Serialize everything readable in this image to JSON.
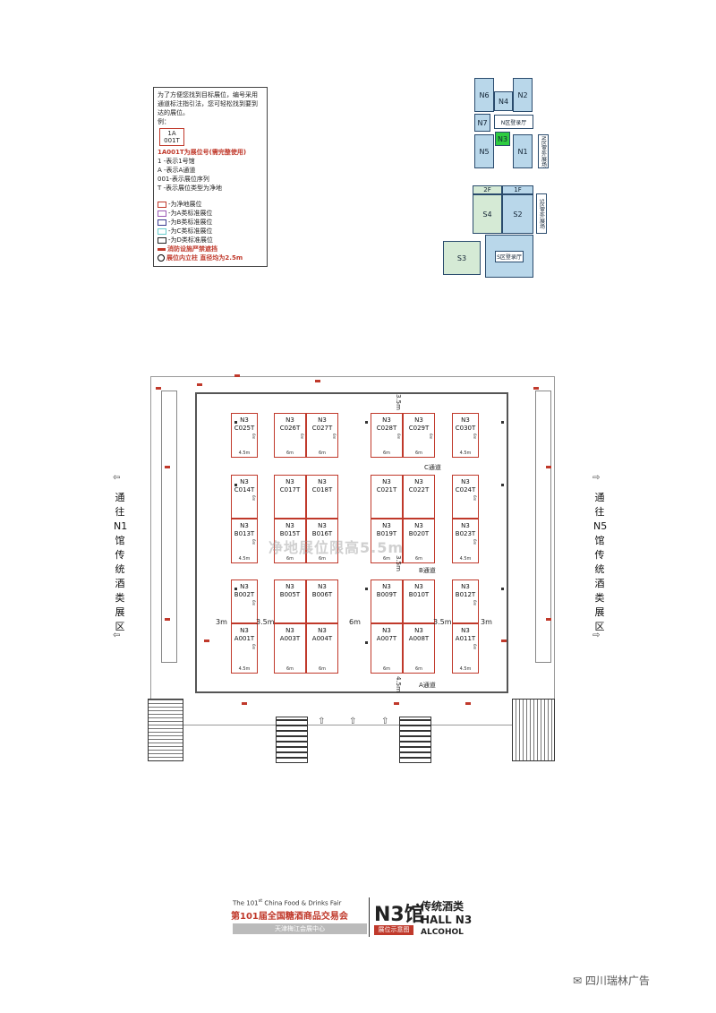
{
  "legend": {
    "intro": "为了方便您找到目标展位，编号采用通道标注指引法，您可轻松找到要到达的展位。",
    "example_label": "例：",
    "sample_line1": "1A",
    "sample_line2": "001T",
    "booth_no_note": "1A001T为展位号(需完整使用)",
    "items": [
      "1 -表示1号馆",
      "A -表示A通道",
      "001-表示展位序列",
      "T -表示展位类型为净地"
    ],
    "types": [
      {
        "text": "-为净地展位",
        "color": "#c0392b"
      },
      {
        "text": "-为A类标准展位",
        "color": "#9b59b6"
      },
      {
        "text": "-为B类标准展位",
        "color": "#3b3b8f"
      },
      {
        "text": "-为C类标准展位",
        "color": "#66cccc"
      },
      {
        "text": "-为D类标准展位",
        "color": "#222222"
      }
    ],
    "fire_note": "消防设施严禁遮挡",
    "column_note": "展位内立柱 直径均为2.5m"
  },
  "keymap": {
    "n": [
      "N6",
      "N2",
      "N4",
      "N7",
      "N区登录厅",
      "N5",
      "N3",
      "N1"
    ],
    "n_outdoor": "N区室外展场",
    "s_floors": [
      "2F",
      "1F"
    ],
    "s": [
      "S4",
      "S2",
      "S3",
      "S区登录厅"
    ],
    "s_outdoor": "S区室外展场"
  },
  "hall": {
    "booths": [
      {
        "line1": "N3",
        "line2": "C025T",
        "w": "4.5m"
      },
      {
        "line1": "N3",
        "line2": "C026T",
        "w": "6m"
      },
      {
        "line1": "N3",
        "line2": "C027T",
        "w": "6m"
      },
      {
        "line1": "N3",
        "line2": "C028T",
        "w": "6m"
      },
      {
        "line1": "N3",
        "line2": "C029T",
        "w": "6m"
      },
      {
        "line1": "N3",
        "line2": "C030T",
        "w": "4.5m"
      },
      {
        "line1": "N3",
        "line2": "C014T",
        "w": ""
      },
      {
        "line1": "N3",
        "line2": "C017T",
        "w": ""
      },
      {
        "line1": "N3",
        "line2": "C018T",
        "w": ""
      },
      {
        "line1": "N3",
        "line2": "C021T",
        "w": ""
      },
      {
        "line1": "N3",
        "line2": "C022T",
        "w": ""
      },
      {
        "line1": "N3",
        "line2": "C024T",
        "w": ""
      },
      {
        "line1": "N3",
        "line2": "B013T",
        "w": "4.5m"
      },
      {
        "line1": "N3",
        "line2": "B015T",
        "w": "6m"
      },
      {
        "line1": "N3",
        "line2": "B016T",
        "w": "6m"
      },
      {
        "line1": "N3",
        "line2": "B019T",
        "w": "6m"
      },
      {
        "line1": "N3",
        "line2": "B020T",
        "w": "6m"
      },
      {
        "line1": "N3",
        "line2": "B023T",
        "w": "4.5m"
      },
      {
        "line1": "N3",
        "line2": "B002T",
        "w": ""
      },
      {
        "line1": "N3",
        "line2": "B005T",
        "w": ""
      },
      {
        "line1": "N3",
        "line2": "B006T",
        "w": ""
      },
      {
        "line1": "N3",
        "line2": "B009T",
        "w": ""
      },
      {
        "line1": "N3",
        "line2": "B010T",
        "w": ""
      },
      {
        "line1": "N3",
        "line2": "B012T",
        "w": ""
      },
      {
        "line1": "N3",
        "line2": "A001T",
        "w": "4.5m"
      },
      {
        "line1": "N3",
        "line2": "A003T",
        "w": "6m"
      },
      {
        "line1": "N3",
        "line2": "A004T",
        "w": "6m"
      },
      {
        "line1": "N3",
        "line2": "A007T",
        "w": "6m"
      },
      {
        "line1": "N3",
        "line2": "A008T",
        "w": "6m"
      },
      {
        "line1": "N3",
        "line2": "A011T",
        "w": "4.5m"
      }
    ],
    "depth": "6m",
    "aisles": {
      "c": "C通道",
      "b": "B通道",
      "a": "A通道"
    },
    "measures": {
      "m35": "3.5m",
      "m3": "3m",
      "m6": "6m",
      "m45": "4.5m"
    },
    "height_note": "净地展位限高5.5m",
    "left_text": "通往N1馆传统酒类展区",
    "right_text": "通往N5馆传统酒类展区"
  },
  "footer": {
    "en_prefix": "The 101",
    "en_sup": "st",
    "en_suffix": "China Food & Drinks Fair",
    "cn_title": "第101届全国糖酒商品交易会",
    "location": "天津梅江会展中心",
    "hall": "N3馆",
    "badge": "展位示意图",
    "category": "传统酒类",
    "hall_en": "HALL N3",
    "alcohol": "ALCOHOL"
  },
  "watermark": "四川瑞林广告"
}
